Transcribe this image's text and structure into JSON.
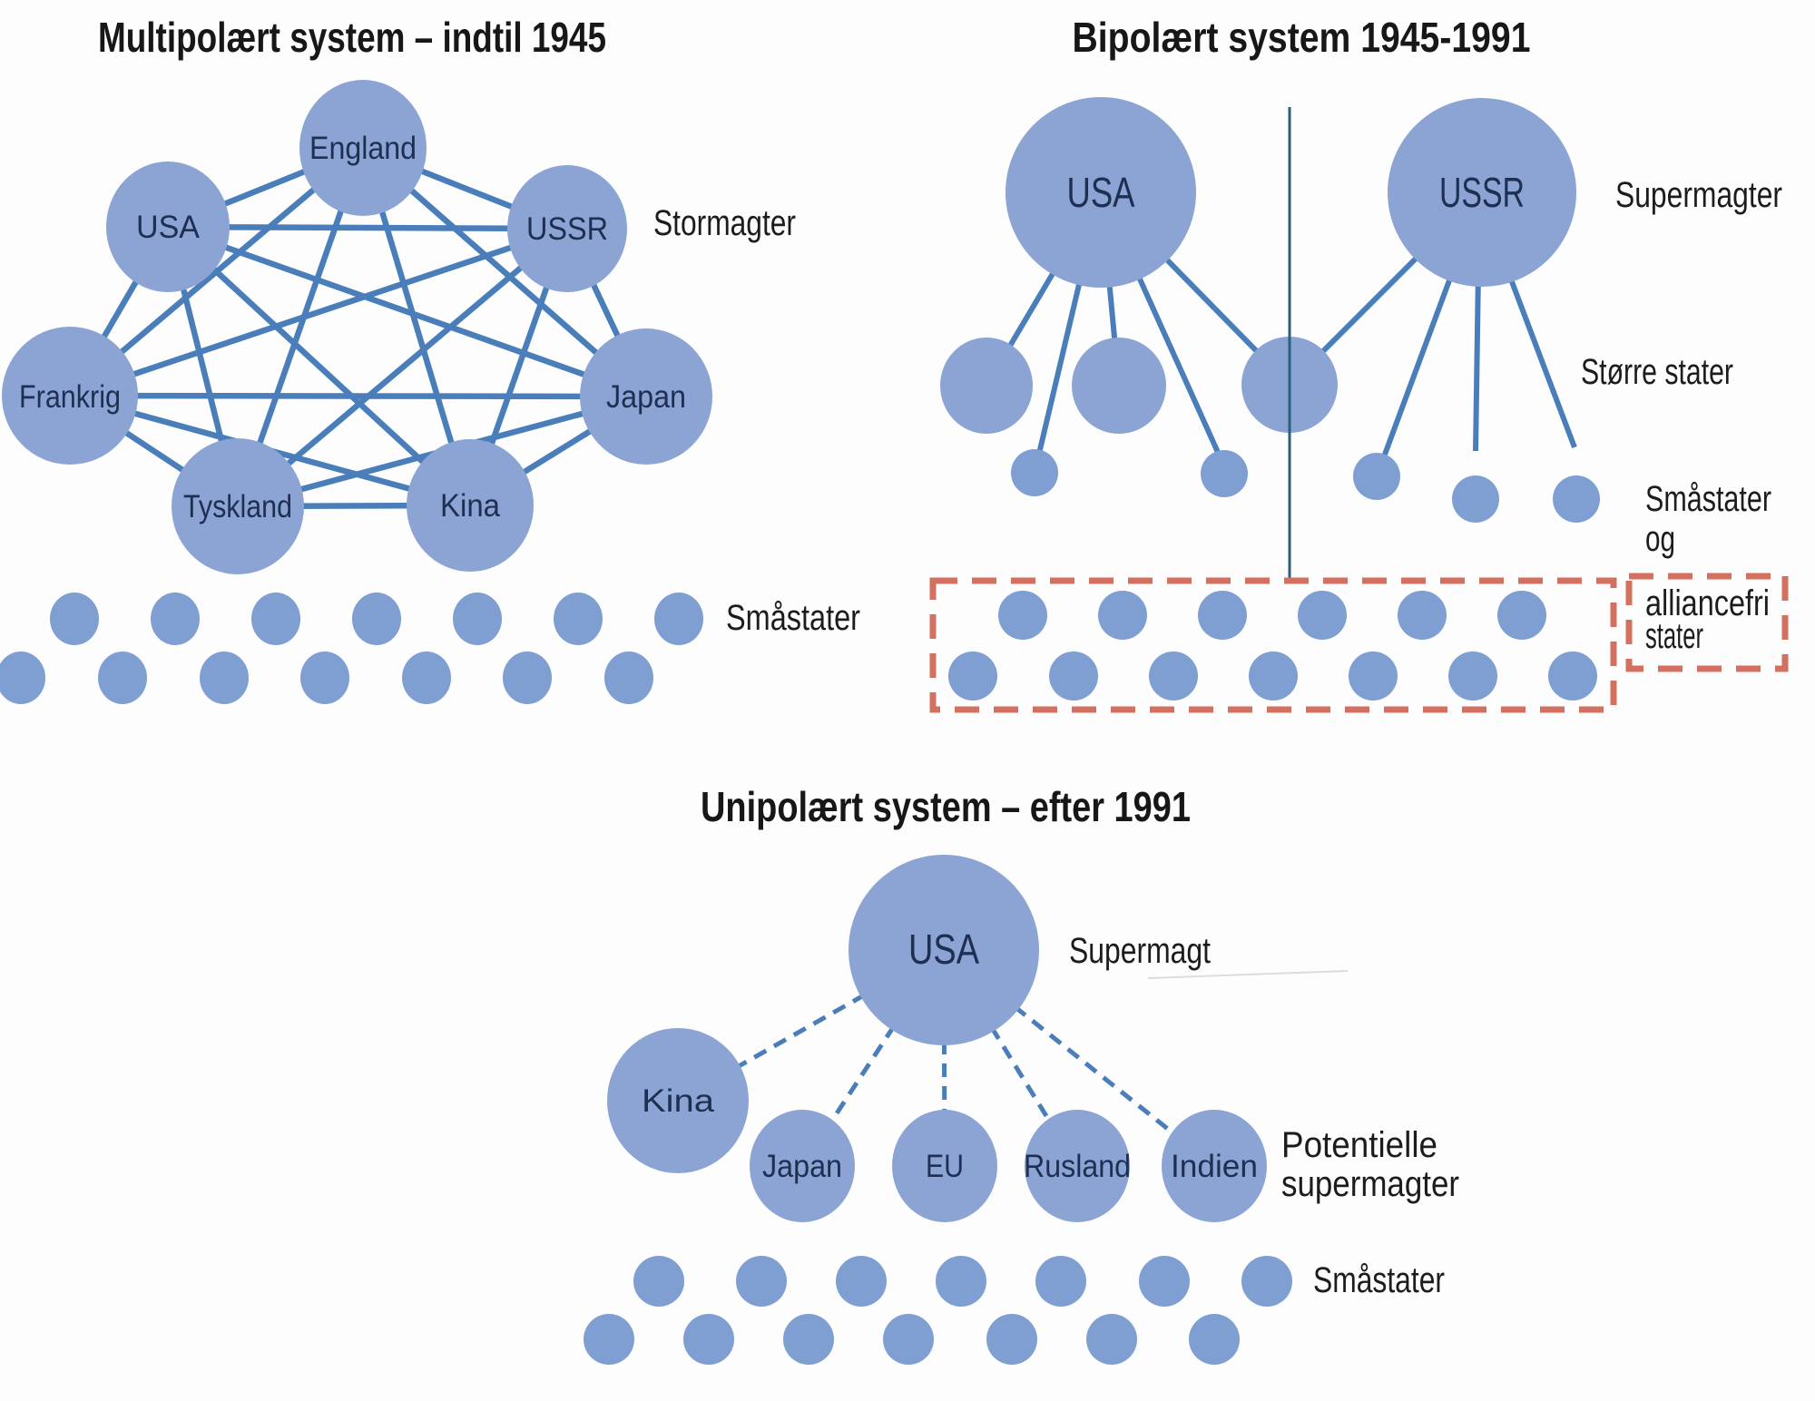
{
  "diagrams": {
    "multipolar": {
      "title": "Multipolært system – indtil 1945",
      "nodes": {
        "england": "England",
        "usa": "USA",
        "ussr": "USSR",
        "frankrig": "Frankrig",
        "japan": "Japan",
        "tyskland": "Tyskland",
        "kina": "Kina"
      },
      "labels": {
        "great_powers": "Stormagter",
        "small_states": "Småstater"
      }
    },
    "bipolar": {
      "title": "Bipolært system 1945-1991",
      "nodes": {
        "usa": "USA",
        "ussr": "USSR"
      },
      "labels": {
        "superpowers": "Supermagter",
        "larger_states": "Større stater",
        "small_states": "Småstater",
        "and": "og",
        "nonaligned_line1": "alliancefri",
        "nonaligned_line2": "stater"
      }
    },
    "unipolar": {
      "title": "Unipolært system – efter 1991",
      "nodes": {
        "usa": "USA",
        "kina": "Kina",
        "japan": "Japan",
        "eu": "EU",
        "rusland": "Rusland",
        "indien": "Indien"
      },
      "labels": {
        "superpower": "Supermagt",
        "potential_line1": "Potentielle",
        "potential_line2": "supermagter",
        "small_states": "Småstater"
      }
    }
  },
  "colors": {
    "node_fill": "#8ba4d3",
    "small_node_fill": "#7f9ed1",
    "connector_blue": "#4a7eba",
    "bloc_divider": "#2e5e7d",
    "nonaligned_box": "#d4705f",
    "node_text": "#1e2f52",
    "label_text": "#1c1c1c"
  }
}
